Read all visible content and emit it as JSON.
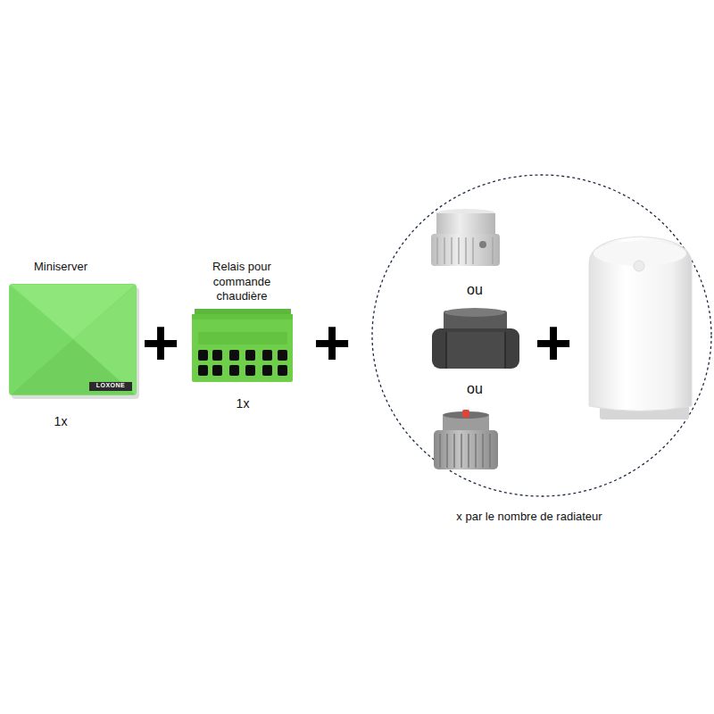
{
  "diagram": {
    "nodes": [
      {
        "text": [
          "Miniserver",
          "LOXONE",
          "1x"
        ]
      },
      {
        "text": [
          "Relais pour commande chaudière",
          "1x"
        ]
      },
      {
        "text": [
          "ou",
          "ou",
          "x par le nombre de radiateur"
        ]
      }
    ],
    "labels": [
      "+",
      "+",
      "+"
    ]
  }
}
